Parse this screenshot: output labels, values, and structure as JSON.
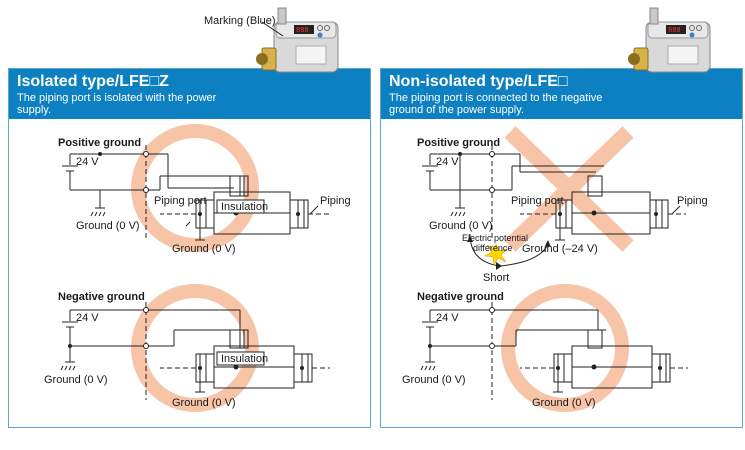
{
  "callout": {
    "marking": "Marking (Blue)"
  },
  "left": {
    "title": "Isolated type/LFE□Z",
    "description": "The piping port is isolated with the power supply.",
    "positive": {
      "title": "Positive ground",
      "voltage": "24 V",
      "piping_port": "Piping port",
      "insulation": "Insulation",
      "piping": "Piping",
      "ground_left": "Ground (0 V)",
      "ground_bottom": "Ground (0 V)"
    },
    "negative": {
      "title": "Negative ground",
      "voltage": "24 V",
      "insulation": "Insulation",
      "ground_left": "Ground (0 V)",
      "ground_bottom": "Ground (0 V)"
    }
  },
  "right": {
    "title": "Non-isolated type/LFE□",
    "description": "The piping port is connected to the negative ground of the power supply.",
    "positive": {
      "title": "Positive ground",
      "voltage": "24 V",
      "piping_port": "Piping port",
      "piping": "Piping",
      "ground_left": "Ground (0 V)",
      "ground_neg": "Ground (–24 V)",
      "potential_line1": "Electric potential",
      "potential_line2": "difference",
      "short": "Short"
    },
    "negative": {
      "title": "Negative ground",
      "voltage": "24 V",
      "ground_left": "Ground (0 V)",
      "ground_bottom": "Ground (0 V)"
    }
  },
  "colors": {
    "header_blue": "#0d80c1",
    "panel_border": "#5aa7d3",
    "ok_circle": "#f7c4a8",
    "ng_cross": "#f7c4a8",
    "spark": "#ffd400"
  }
}
